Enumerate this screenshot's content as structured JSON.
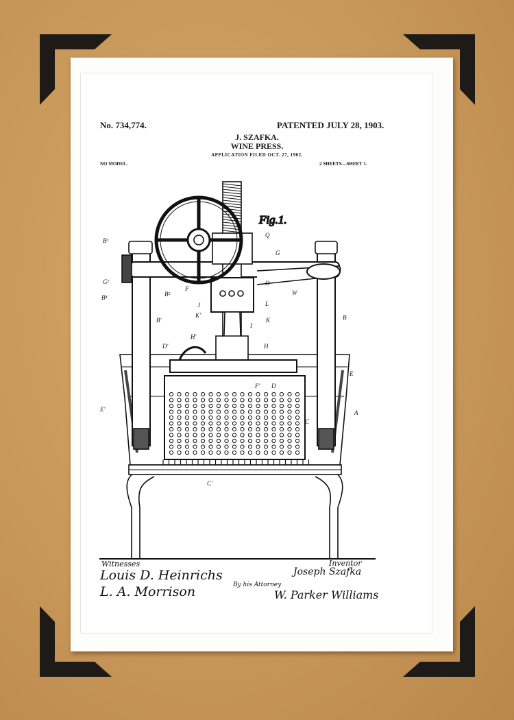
{
  "patent": {
    "number": "No. 734,774.",
    "patented": "PATENTED JULY 28, 1903.",
    "inventor_header": "J. SZAFKA.",
    "title": "WINE PRESS.",
    "application": "APPLICATION FILED OCT. 27, 1902.",
    "model": "NO MODEL.",
    "sheets": "2 SHEETS—SHEET 1."
  },
  "figure": {
    "label": "Fig.1.",
    "part_labels": [
      "B³",
      "Q",
      "G",
      "G²",
      "B⁴",
      "B²",
      "F",
      "O",
      "W",
      "J",
      "L",
      "K'",
      "K",
      "I",
      "B'",
      "B",
      "H'",
      "H",
      "D'",
      "E",
      "F'",
      "D",
      "E'",
      "C",
      "A",
      "C'"
    ]
  },
  "signatures": {
    "witnesses_label": "Witnesses",
    "witness_1": "Louis D. Heinrichs",
    "witness_2": "L. A. Morrison",
    "inventor_label": "Inventor",
    "inventor": "Joseph Szafka",
    "attorney_label": "By his Attorney",
    "attorney": "W. Parker Williams"
  },
  "colors": {
    "background": "#c8975a",
    "corners": "#1e1a17",
    "ink": "#111111"
  }
}
